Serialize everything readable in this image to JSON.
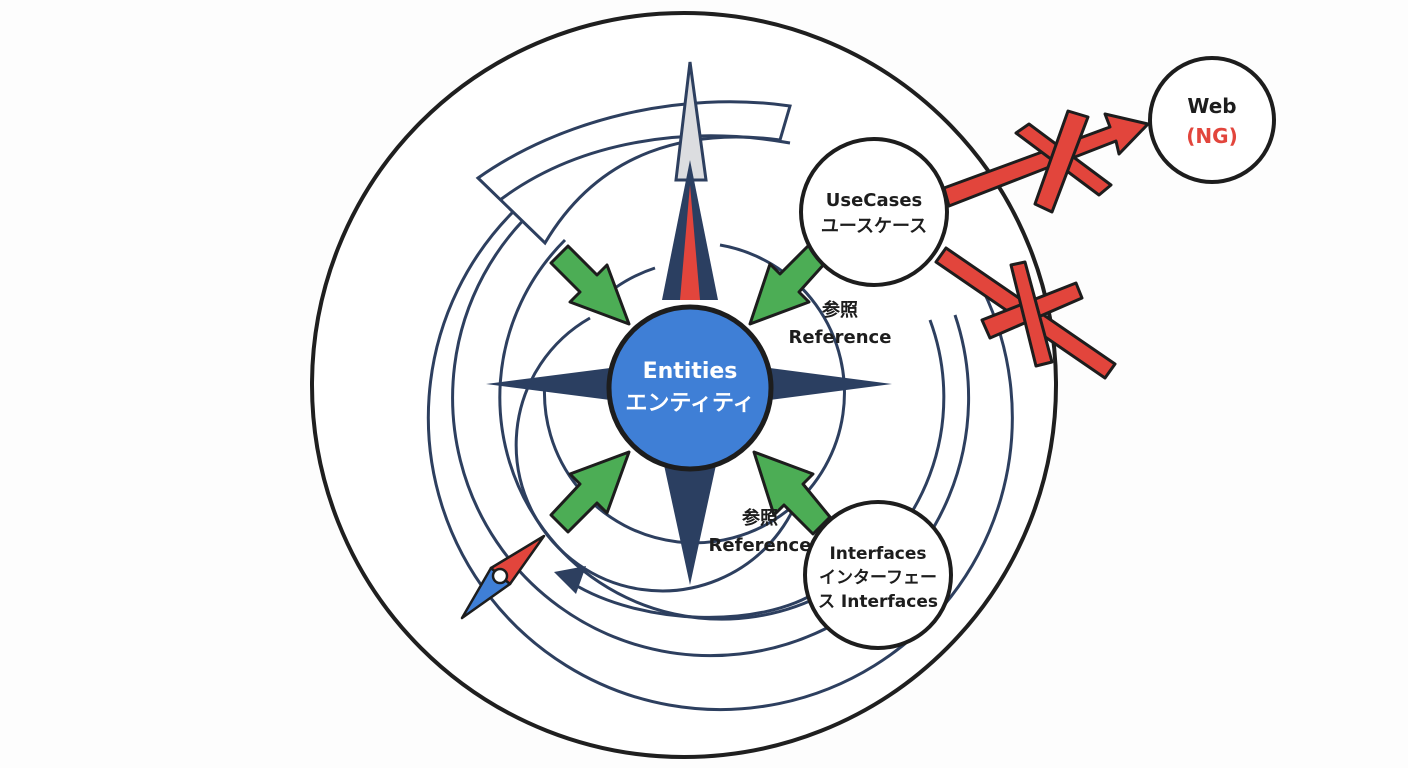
{
  "entities": {
    "line1": "Entities",
    "line2": "エンティティ"
  },
  "usecases": {
    "line1": "UseCases",
    "line2": "ユースケース"
  },
  "interfaces": {
    "line1": "Interfaces",
    "line2": "インターフェー",
    "line3": "ス Interfaces"
  },
  "web": {
    "line1": "Web",
    "line2": "(NG)"
  },
  "reference_upper": {
    "line1": "参照",
    "line2": "Reference"
  },
  "reference_lower": {
    "line1": "参照",
    "line2": "Reference"
  },
  "colors": {
    "navy": "#283a5a",
    "entities_blue": "#3f7fd6",
    "allowed_green": "#4cad55",
    "forbidden_red": "#e2453c",
    "outline": "#1d1d1d"
  }
}
